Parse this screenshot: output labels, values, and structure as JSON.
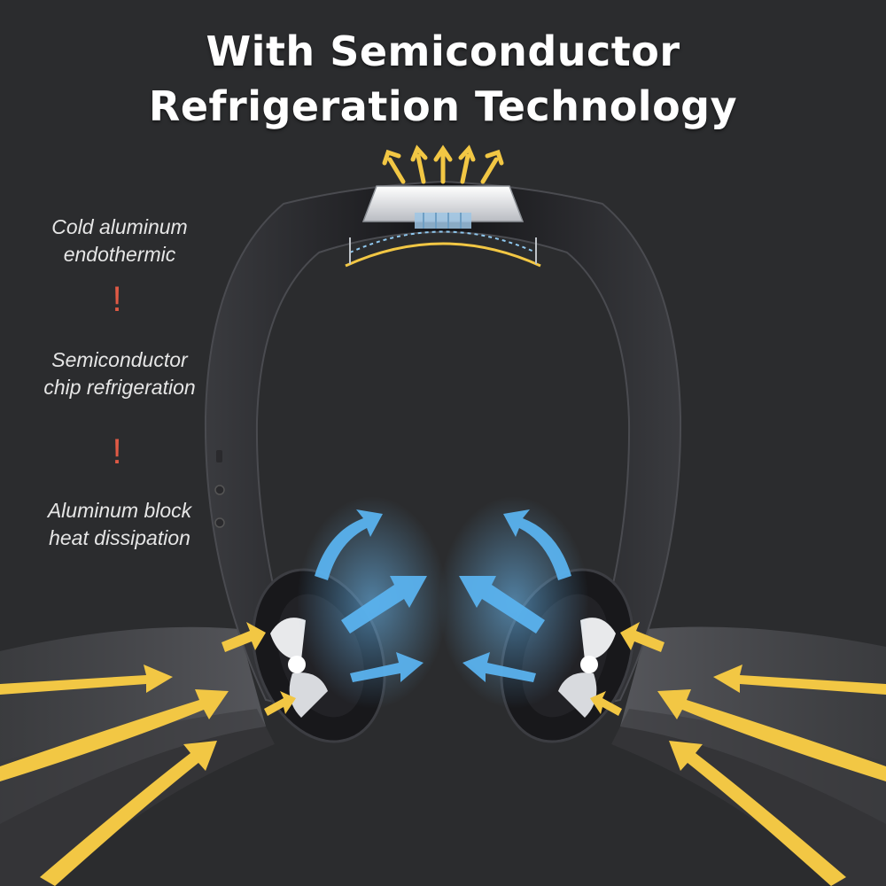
{
  "title": {
    "line1": "With Semiconductor",
    "line2": "Refrigeration Technology"
  },
  "steps": [
    {
      "line1": "Cold aluminum",
      "line2": "endothermic"
    },
    {
      "line1": "Semiconductor",
      "line2": "chip refrigeration"
    },
    {
      "line1": "Aluminum block",
      "line2": "heat dissipation"
    }
  ],
  "separator_symbol": "!",
  "colors": {
    "background": "#2b2c2e",
    "title": "#ffffff",
    "label": "#e6e6e6",
    "separator": "#e05a45",
    "warm_air": "#f2c744",
    "cool_air": "#4aa8e8",
    "device": "#141416"
  },
  "icons": [
    "neck-fan-device",
    "cooling-plate",
    "heat-wave-icon",
    "fan-icon",
    "airflow-arrow-icon"
  ]
}
